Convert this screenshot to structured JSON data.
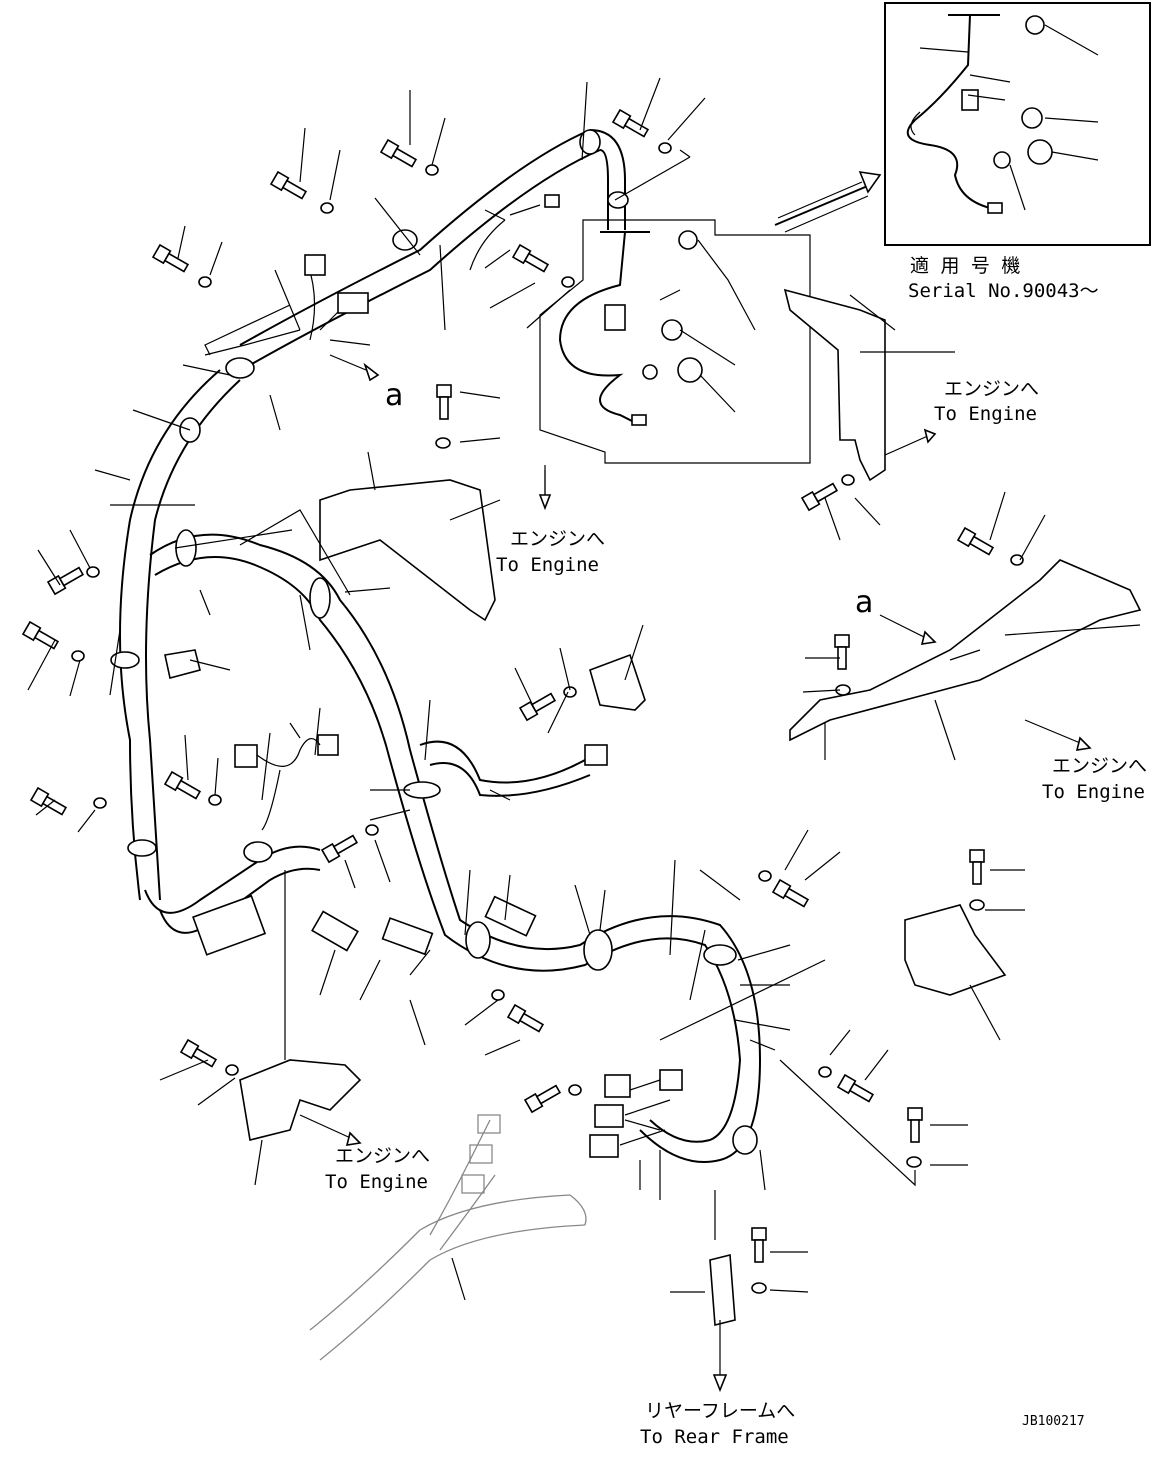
{
  "labels": {
    "to_engine_1": "エンジンへ",
    "to_engine_1_en": "To Engine",
    "to_engine_2": "エンジンへ",
    "to_engine_2_en": "To Engine",
    "to_engine_3": "エンジンへ",
    "to_engine_3_en": "To Engine",
    "to_engine_4": "エンジンへ",
    "to_engine_4_en": "To Engine",
    "to_rear_frame": "リヤーフレームへ",
    "to_rear_frame_en": "To Rear Frame",
    "applicable_serial": "適 用 号 機",
    "serial_no": "Serial No.90043～",
    "callout_a_1": "a",
    "callout_a_2": "a",
    "drawing_id": "JB100217"
  }
}
